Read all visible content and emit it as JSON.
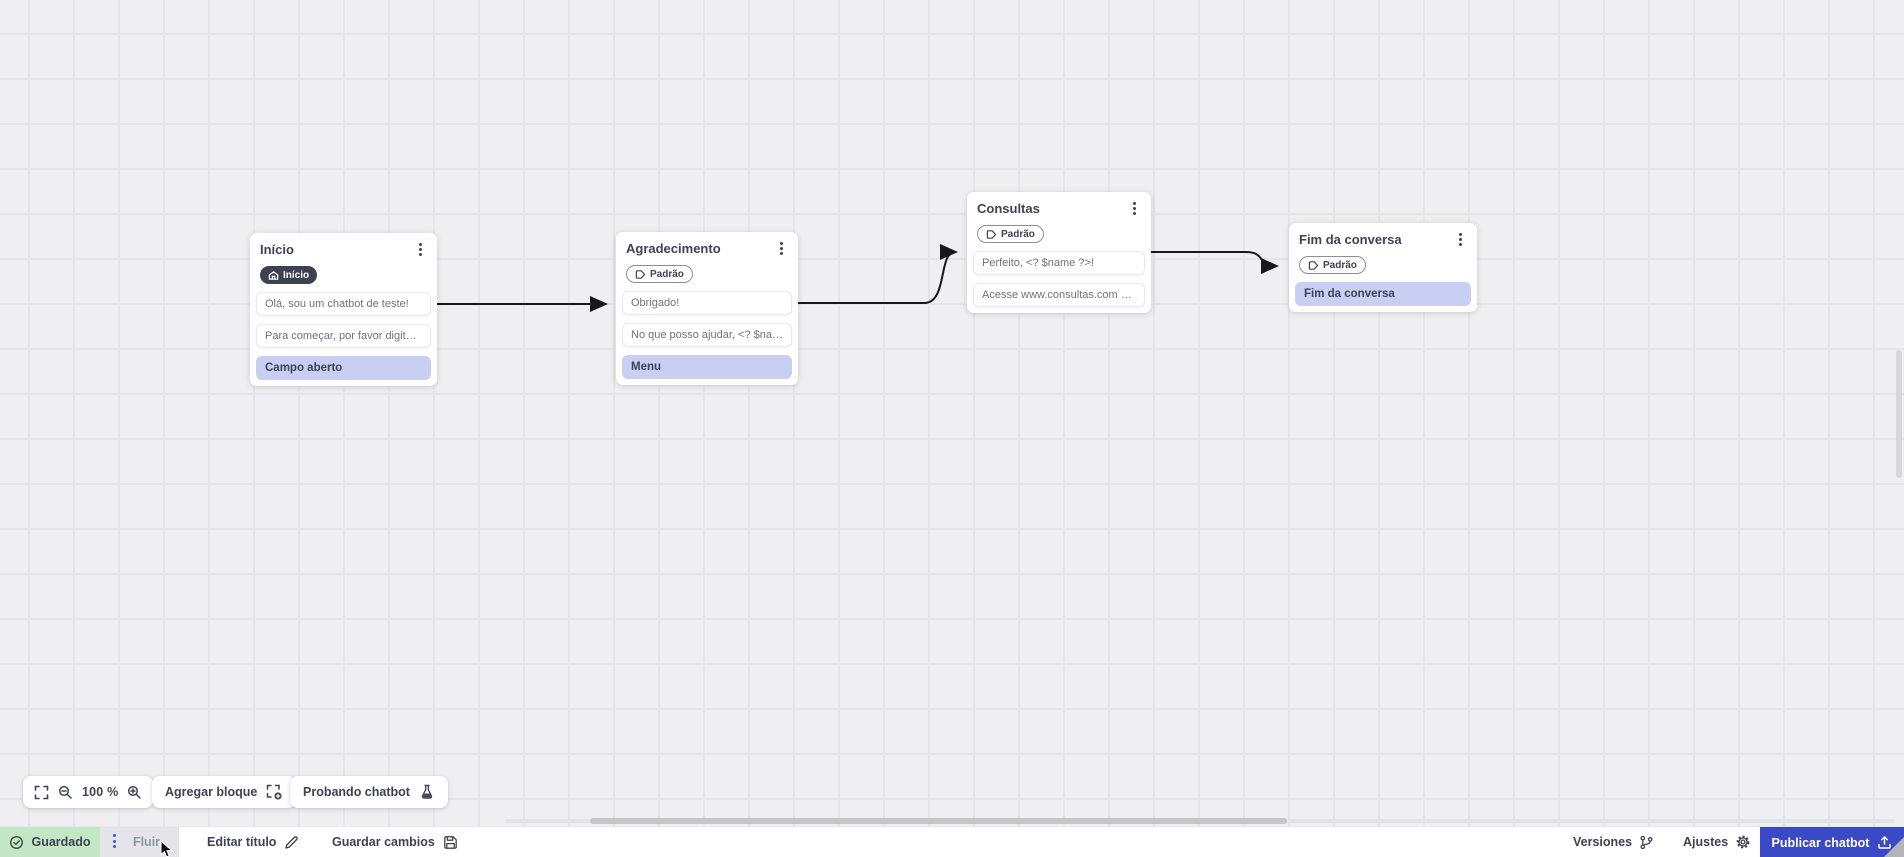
{
  "canvas": {
    "nodes": [
      {
        "title": "Início",
        "badge": {
          "label": "Início",
          "style": "dark",
          "icon": "home-icon"
        },
        "menu_icon": "kebab-menu-icon",
        "items": [
          {
            "text": "Olá, sou um chatbot de teste!",
            "type": "message"
          },
          {
            "text": "Para começar, por favor digite o ...",
            "type": "message"
          },
          {
            "text": "Campo aberto",
            "type": "action"
          }
        ]
      },
      {
        "title": "Agradecimento",
        "badge": {
          "label": "Padrão",
          "style": "outline",
          "icon": "tag-icon"
        },
        "menu_icon": "kebab-menu-icon",
        "items": [
          {
            "text": "Obrigado!",
            "type": "message"
          },
          {
            "text": "No que posso ajudar, <? $name ...",
            "type": "message"
          },
          {
            "text": "Menu",
            "type": "action"
          }
        ]
      },
      {
        "title": "Consultas",
        "badge": {
          "label": "Padrão",
          "style": "outline",
          "icon": "tag-icon"
        },
        "menu_icon": "kebab-menu-icon",
        "items": [
          {
            "text": "Perfeito, <? $name ?>!",
            "type": "message"
          },
          {
            "text": "Acesse www.consultas.com par...",
            "type": "message"
          }
        ]
      },
      {
        "title": "Fim da conversa",
        "badge": {
          "label": "Padrão",
          "style": "outline",
          "icon": "tag-icon"
        },
        "menu_icon": "kebab-menu-icon",
        "items": [
          {
            "text": "Fim da conversa",
            "type": "action"
          }
        ]
      }
    ],
    "connections": [
      {
        "from": "Início",
        "to": "Agradecimento"
      },
      {
        "from": "Agradecimento",
        "to": "Consultas"
      },
      {
        "from": "Consultas",
        "to": "Fim da conversa"
      }
    ],
    "toolbar": {
      "fullscreen_icon": "fullscreen-icon",
      "zoom_out_icon": "zoom-out-icon",
      "zoom_level": "100 %",
      "zoom_in_icon": "zoom-in-icon",
      "add_block_label": "Agregar bloque",
      "add_block_icon": "add-block-icon",
      "test_chatbot_label": "Probando chatbot",
      "test_chatbot_icon": "flask-icon"
    }
  },
  "statusbar": {
    "saved_label": "Guardado",
    "saved_icon": "check-circle-icon",
    "flow_name": "Fluir",
    "edit_title_label": "Editar título",
    "edit_title_icon": "pencil-icon",
    "save_changes_label": "Guardar cambios",
    "save_changes_icon": "floppy-icon",
    "versions_label": "Versiones",
    "versions_icon": "git-branch-icon",
    "settings_label": "Ajustes",
    "settings_icon": "gear-icon",
    "publish_label": "Publicar chatbot",
    "publish_icon": "upload-icon"
  },
  "colors": {
    "canvas_bg": "#efeef0",
    "grid_line": "#e5e4e8",
    "node_bg": "#ffffff",
    "node_title": "#3f4254",
    "dark_badge_bg": "#3d4152",
    "action_row_bg": "#c9cef3",
    "wire": "#17171c",
    "saved_bg": "#c4e8c5",
    "flow_tab_bg": "#e5e4e8",
    "drag_dots_blue": "#4356dd",
    "publish_blue": "#3a49c5"
  }
}
